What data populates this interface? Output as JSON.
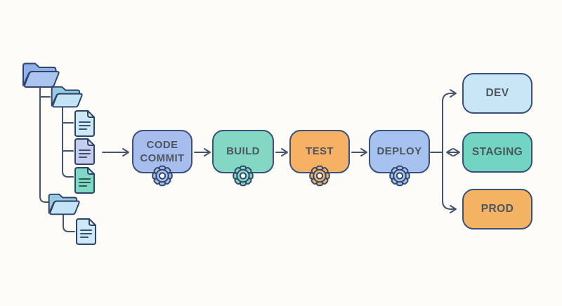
{
  "pipeline": {
    "stages": [
      {
        "label": "CODE COMMIT",
        "fill": "#a7bdee"
      },
      {
        "label": "BUILD",
        "fill": "#83d7c3"
      },
      {
        "label": "TEST",
        "fill": "#f6b164"
      },
      {
        "label": "DEPLOY",
        "fill": "#a6c3f0"
      }
    ]
  },
  "environments": [
    {
      "label": "DEV",
      "fill": "#c9e6f7"
    },
    {
      "label": "STAGING",
      "fill": "#71d5c2"
    },
    {
      "label": "PROD",
      "fill": "#f4b263"
    }
  ],
  "icons": {
    "root_folder": {
      "back": "#8fb0e8",
      "front": "#abc4f0"
    },
    "sub_folder": {
      "back": "#96cbe4",
      "front": "#c3e4f4"
    },
    "files": [
      {
        "fill": "#cde8f7",
        "fold": "#e6f3fb"
      },
      {
        "fill": "#c5ccee",
        "fold": "#e0e4f7"
      },
      {
        "fill": "#7fd8c5",
        "fold": "#c0ece2"
      },
      {
        "fill": "#cde8f7",
        "fold": "#e6f3fb"
      }
    ]
  },
  "colors": {
    "line": "#44546d",
    "box_border": "#3a517a",
    "text": "#4d555f",
    "background": "#fdfcf9"
  }
}
